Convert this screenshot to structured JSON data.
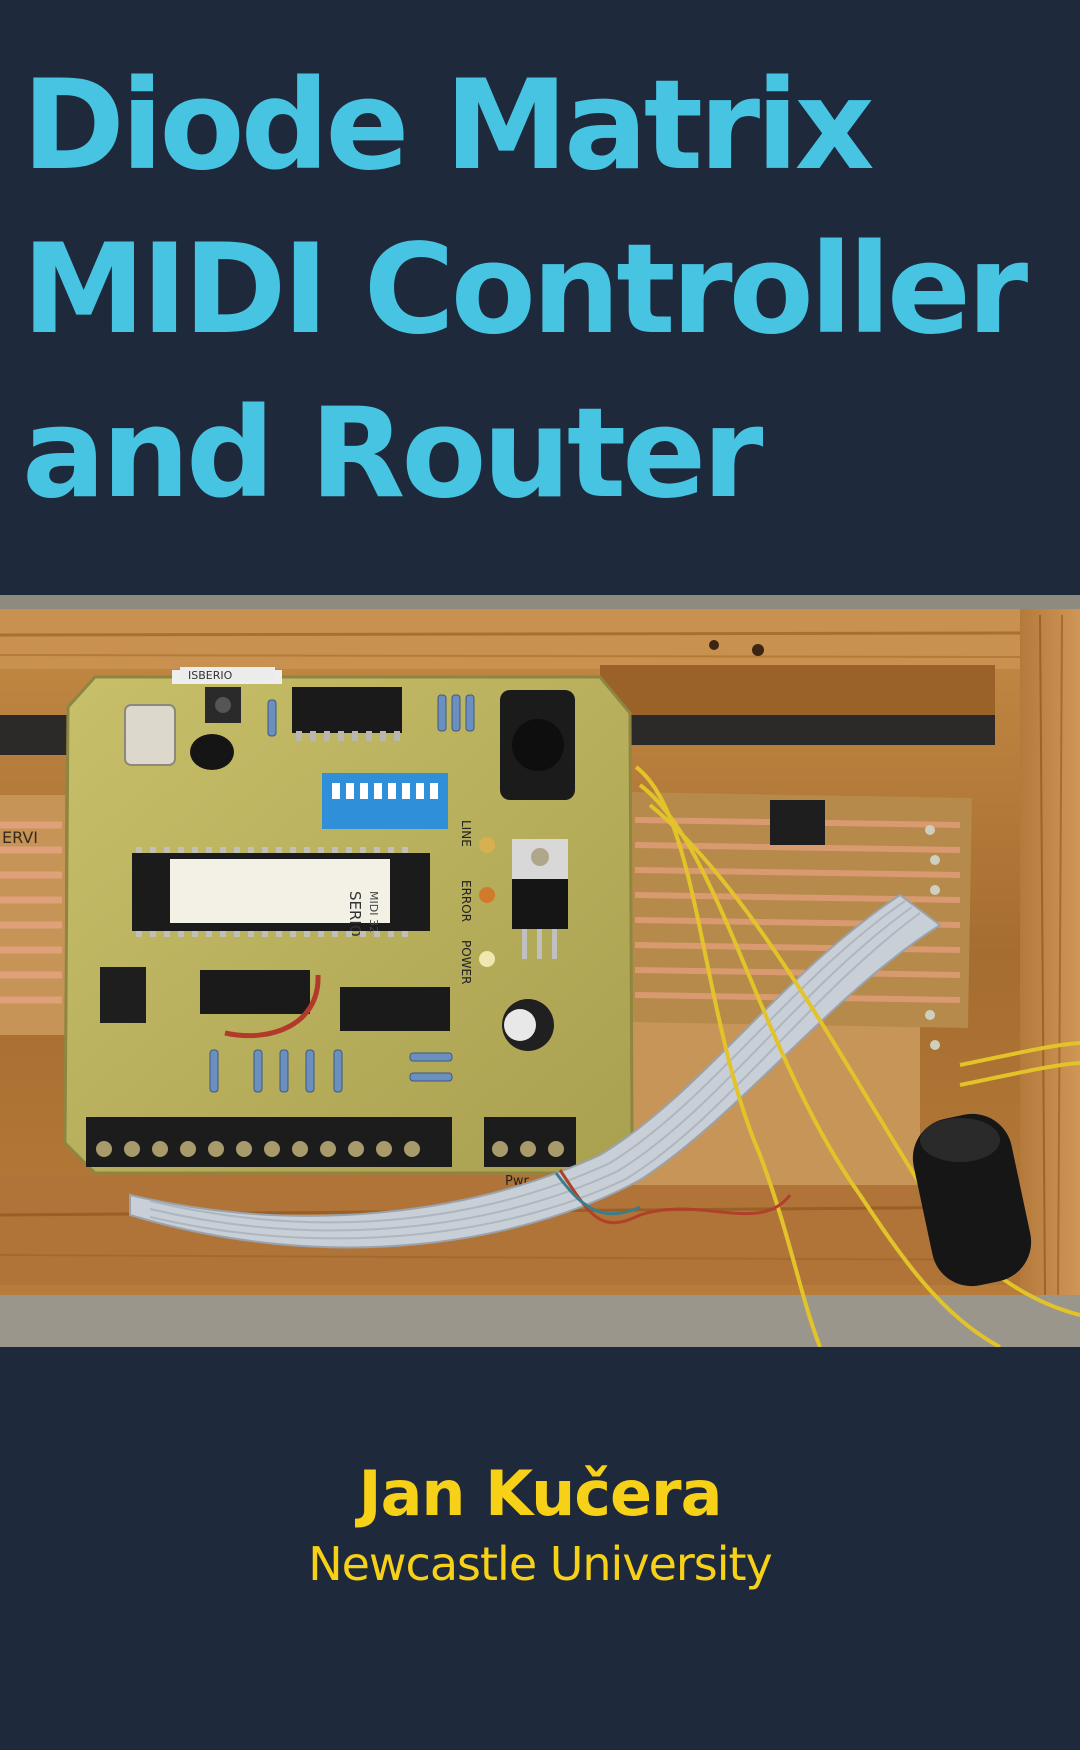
{
  "cover": {
    "title_lines": [
      "Diode Matrix",
      "MIDI Controller",
      "and Router"
    ],
    "author": "Jan Kučera",
    "affiliation": "Newcastle University",
    "colors": {
      "background": "#1e293b",
      "title": "#48c4e3",
      "author": "#f7d117"
    }
  },
  "photo": {
    "board_label_top": "ISBERIO",
    "chip_label": "SERIO",
    "chip_sublabel": "MIDI 32",
    "led_labels": [
      "LINE",
      "ERROR",
      "POWER"
    ],
    "side_label": "ERVI",
    "terminal_label": "Pwr"
  }
}
